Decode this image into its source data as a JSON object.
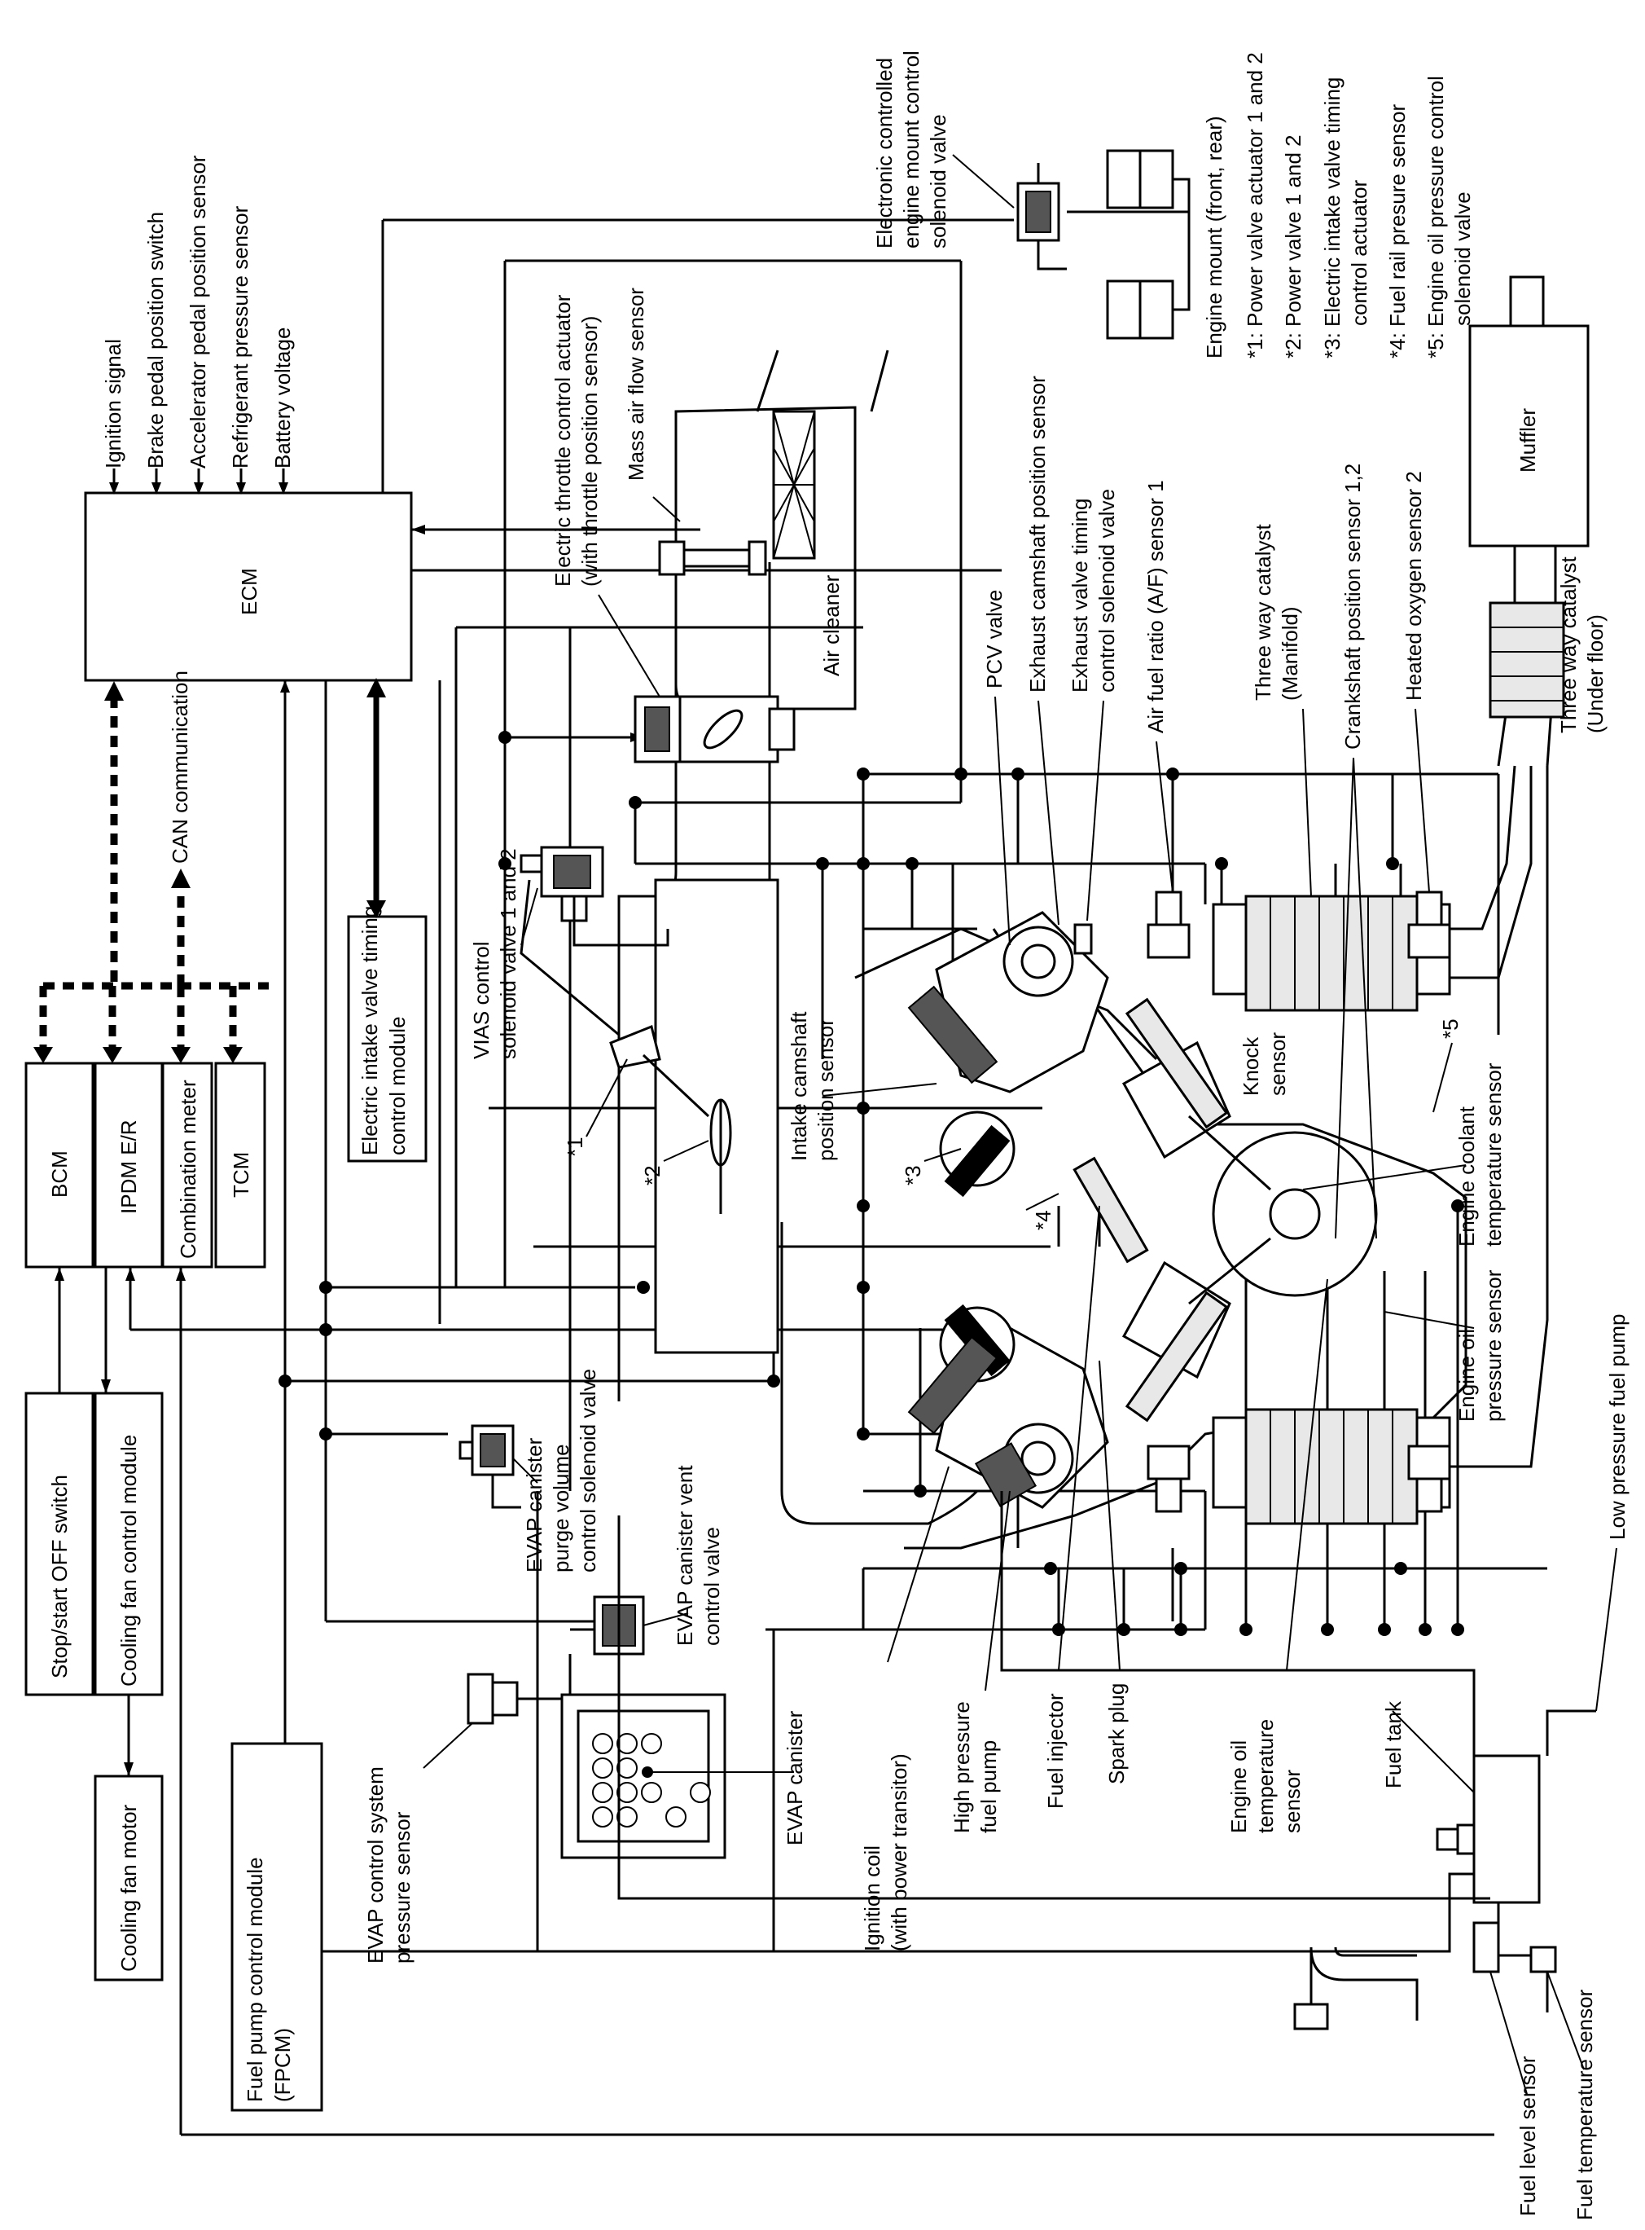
{
  "modules": {
    "bcm": "BCM",
    "ipdm": "IPDM E/R",
    "combination_meter": "Combination meter",
    "tcm": "TCM",
    "stop_start": "Stop/start OFF switch",
    "cooling_fan_module": "Cooling fan control module",
    "cooling_fan_motor": "Cooling fan motor",
    "fpcm": [
      "Fuel pump control module",
      "(FPCM)"
    ],
    "ecm": "ECM",
    "intake_timing_module": [
      "Electric intake valve timing",
      "control module"
    ],
    "muffler": "Muffler"
  },
  "inputs": [
    "Ignition signal",
    "Brake pedal position switch",
    "Accelerator pedal position sensor",
    "Refrigerant pressure sensor",
    "Battery voltage"
  ],
  "can_label": "CAN communication",
  "labels": {
    "engine_mount_valve": [
      "Electronic controlled",
      "engine mount control",
      "solenoid valve"
    ],
    "throttle": [
      "Electric throttle control actuator",
      "(with throttle position sensor)"
    ],
    "maf": "Mass air flow sensor",
    "air_cleaner": "Air cleaner",
    "pcv": "PCV valve",
    "exhaust_cam": "Exhaust camshaft position sensor",
    "exhaust_vt": [
      "Exhaust valve timing",
      "control solenoid valve"
    ],
    "af_sensor": "Air fuel ratio (A/F) sensor 1",
    "twc_manifold": [
      "Three way catalyst",
      "(Manifold)"
    ],
    "crank": "Crankshaft position sensor 1,2",
    "ho2s2": "Heated oxygen sensor 2",
    "twc_underfloor": [
      "Three way catalyst",
      "(Under floor)"
    ],
    "vias": [
      "VIAS control",
      "solenoid valve 1 and 2"
    ],
    "star1": "*1",
    "star2": "*2",
    "star3": "*3",
    "star4": "*4",
    "star5": "*5",
    "intake_cam": [
      "Intake camshaft",
      "position sensor"
    ],
    "knock": [
      "Knock",
      "sensor"
    ],
    "ect": [
      "Engine coolant",
      "temperature sensor"
    ],
    "eop": [
      "Engine oil",
      "pressure sensor"
    ],
    "evap_purge": [
      "EVAP canister",
      "purge volume",
      "control solenoid valve"
    ],
    "evap_vent": [
      "EVAP canister vent",
      "control valve"
    ],
    "evap_pressure": [
      "EVAP control system",
      "pressure sensor"
    ],
    "evap_canister": "EVAP canister",
    "ignition_coil": [
      "Ignition coil",
      "(with power transitor)"
    ],
    "hp_pump": [
      "High pressure",
      "fuel pump"
    ],
    "injector": "Fuel injector",
    "spark_plug": "Spark plug",
    "eot": [
      "Engine oil",
      "temperature",
      "sensor"
    ],
    "fuel_tank": "Fuel tank",
    "lp_pump": "Low pressure fuel pump",
    "fuel_level": "Fuel level sensor",
    "fuel_temp": "Fuel temperature sensor"
  },
  "legend": {
    "title": "Engine mount (front, rear)",
    "items": [
      "*1: Power valve actuator 1 and 2",
      "*2: Power valve 1 and 2",
      "*3: Electric intake valve timing",
      "control actuator",
      "*4: Fuel rail presure sensor",
      "*5: Engine oil pressure control",
      "solenoid valve"
    ]
  }
}
